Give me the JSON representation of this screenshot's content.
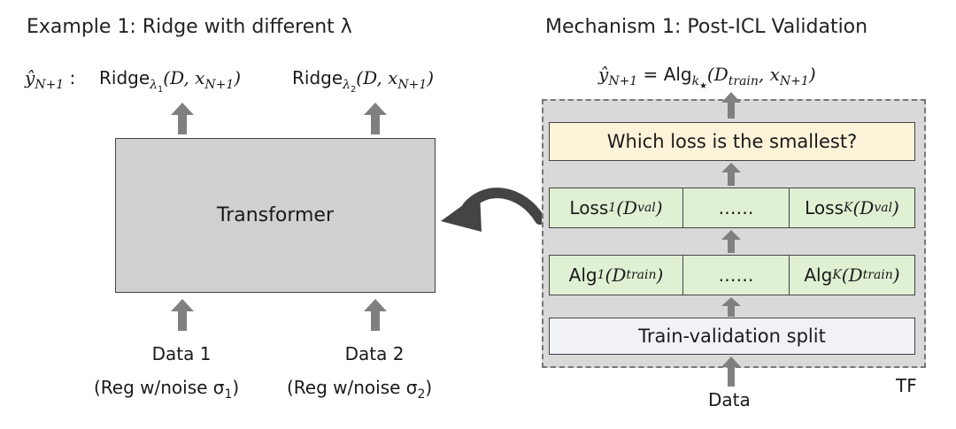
{
  "left": {
    "heading": "Example 1: Ridge with different λ",
    "output_label": {
      "yhat": "ŷ",
      "sub": "N+1",
      "colon": " : "
    },
    "ridge1": {
      "name": "Ridge",
      "sub": "λ",
      "subsub": "1",
      "args": "(D, x",
      "argsub": "N+1",
      "close": ")"
    },
    "ridge2": {
      "name": "Ridge",
      "sub": "λ",
      "subsub": "2",
      "args": "(D, x",
      "argsub": "N+1",
      "close": ")"
    },
    "transformer_label": "Transformer",
    "data1": "Data 1",
    "data1_note": "(Reg w/noise σ",
    "data1_note_sub": "1",
    "data1_note_close": ")",
    "data2": "Data 2",
    "data2_note": "(Reg w/noise σ",
    "data2_note_sub": "2",
    "data2_note_close": ")"
  },
  "right": {
    "heading": "Mechanism 1: Post-ICL Validation",
    "output_eq": {
      "yhat": "ŷ",
      "sub": "N+1",
      "eq": " = ",
      "alg": "Alg",
      "alg_sub": "k",
      "alg_subsub": "★",
      "args_open": "(D",
      "args_sub": "train",
      "args_rest": ", x",
      "args_rest_sub": "N+1",
      "close": ")"
    },
    "which_loss": "Which loss is the smallest?",
    "loss_row": {
      "first": "Loss",
      "first_sub": "1",
      "first_arg": "(D",
      "first_arg_sub": "val",
      "first_close": ")",
      "middle": "……",
      "last": "Loss",
      "last_sub": "K",
      "last_arg": "(D",
      "last_arg_sub": "val",
      "last_close": ")"
    },
    "alg_row": {
      "first": "Alg",
      "first_sub": "1",
      "first_arg": "(D",
      "first_arg_sub": "train",
      "first_close": ")",
      "middle": "……",
      "last": "Alg",
      "last_sub": "K",
      "last_arg": "(D",
      "last_arg_sub": "train",
      "last_close": ")"
    },
    "split_label": "Train-validation split",
    "tf_label": "TF",
    "data_label": "Data"
  },
  "colors": {
    "transformer_fill": "#d0d0d0",
    "which_fill": "#fdf3d9",
    "row_fill": "#dff0d3",
    "split_fill": "#f1f1f8",
    "container_fill": "#d9d9d9",
    "arrow": "#808080",
    "big_arrow": "#444444"
  }
}
